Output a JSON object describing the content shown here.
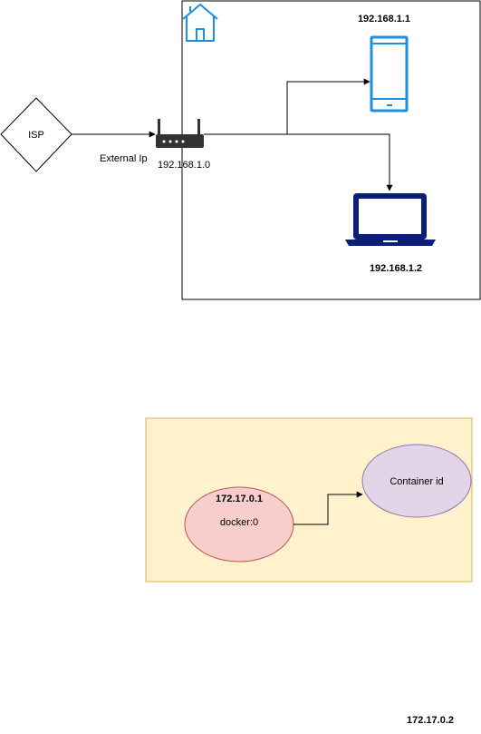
{
  "diagram": {
    "isp": {
      "label": "ISP"
    },
    "router": {
      "external_label": "External Ip",
      "ip": "192.168.1.0"
    },
    "phone": {
      "ip": "192.168.1.1"
    },
    "laptop": {
      "ip": "192.168.1.2"
    },
    "docker": {
      "bridge_ip": "172.17.0.1",
      "bridge_name": "docker:0",
      "container_label": "Container id",
      "container_ip": "172.17.0.2"
    },
    "colors": {
      "router": "#333333",
      "device_blue": "#1c8fe0",
      "laptop_navy": "#0b1f7a",
      "home_blue": "#1c8fe0",
      "docker_panel_fill": "#fff2cc",
      "docker_panel_border": "#d6b656",
      "bridge_fill": "#f8cecc",
      "bridge_border": "#b85450",
      "container_fill": "#e1d5e7",
      "container_border": "#9673a6"
    }
  }
}
